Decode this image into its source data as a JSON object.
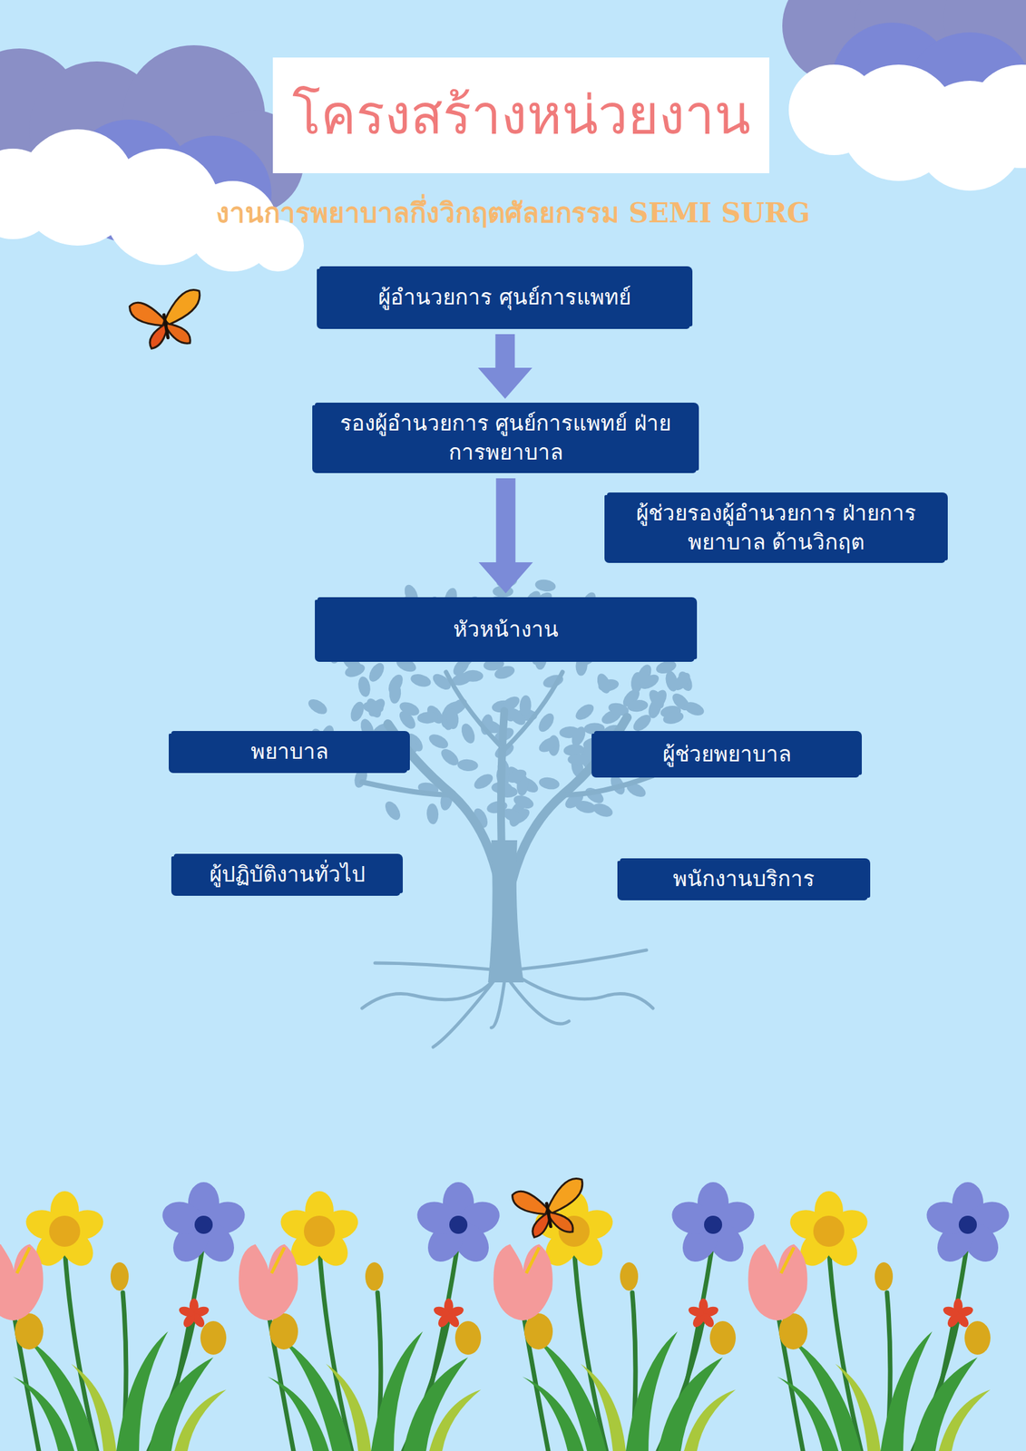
{
  "diagram": {
    "title": "โครงสร้างหน่วยงาน",
    "nodes": [
      {
        "text": [
          "ผู้อำนวยการ ศุนย์การแพทย์"
        ]
      },
      {
        "text": [
          "รองผู้อำนวยการ ศูนย์การแพทย์ ฝ่ายการพยาบาล"
        ]
      },
      {
        "text": [
          "ผู้ช่วยรองผู้อำนวยการ ฝ่ายการพยาบาล ด้านวิกฤต"
        ]
      },
      {
        "text": [
          "หัวหน้างาน"
        ]
      },
      {
        "text": [
          "พยาบาล"
        ]
      },
      {
        "text": [
          "ผู้ช่วยพยาบาล"
        ]
      },
      {
        "text": [
          "ผู้ปฏิบัติงานทั่วไป"
        ]
      },
      {
        "text": [
          "พนักงานบริการ"
        ]
      }
    ],
    "edges": [
      {
        "from": 0,
        "to": 1,
        "arrow": "to"
      },
      {
        "from": 1,
        "to": 3,
        "arrow": "to"
      }
    ],
    "labels": [
      "งานการพยาบาลกึ่งวิกฤตศัลยกรรม SEMI SURG"
    ]
  }
}
